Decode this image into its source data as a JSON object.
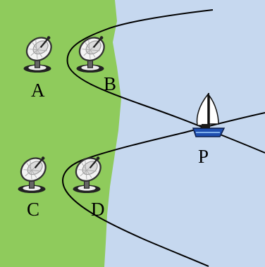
{
  "colors": {
    "land": "#8fcb5c",
    "sea": "#c6d8ef",
    "curve": "#000000",
    "dish_outline": "#333333"
  },
  "labels": {
    "a": "A",
    "b": "B",
    "c": "C",
    "d": "D",
    "p": "P"
  },
  "icons": {
    "antenna": "satellite-dish-icon",
    "boat": "sailboat-icon"
  }
}
